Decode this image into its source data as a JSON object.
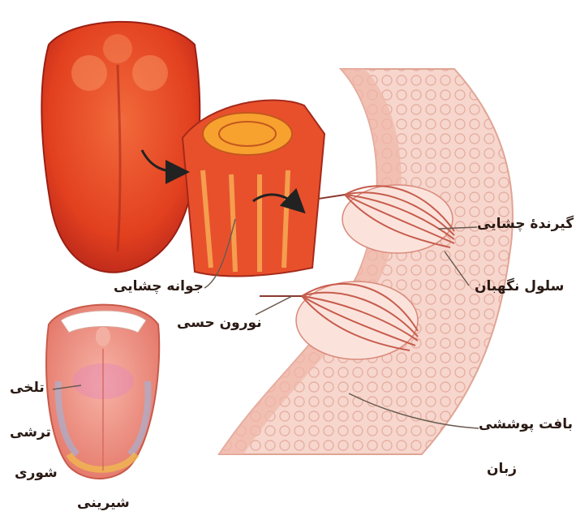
{
  "labels": {
    "taste_receptor": "گیرندهٔ چشایی",
    "guard_cell": "سلول نگهبان",
    "taste_bud": "جوانه چشایی",
    "sensory_neuron": "نورون حسی",
    "bitterness": "تلخی",
    "sourness": "ترشی",
    "saltiness": "شوری",
    "sweetness": "شیرینی",
    "epithelial_tissue": "بافت پوششی",
    "tongue": "زبان"
  },
  "colors": {
    "tongue_red": "#e8452a",
    "tongue_dark": "#c7281a",
    "tissue_pink": "#f3c7bd",
    "leader_line": "#6a5a50",
    "arrow": "#222222"
  }
}
